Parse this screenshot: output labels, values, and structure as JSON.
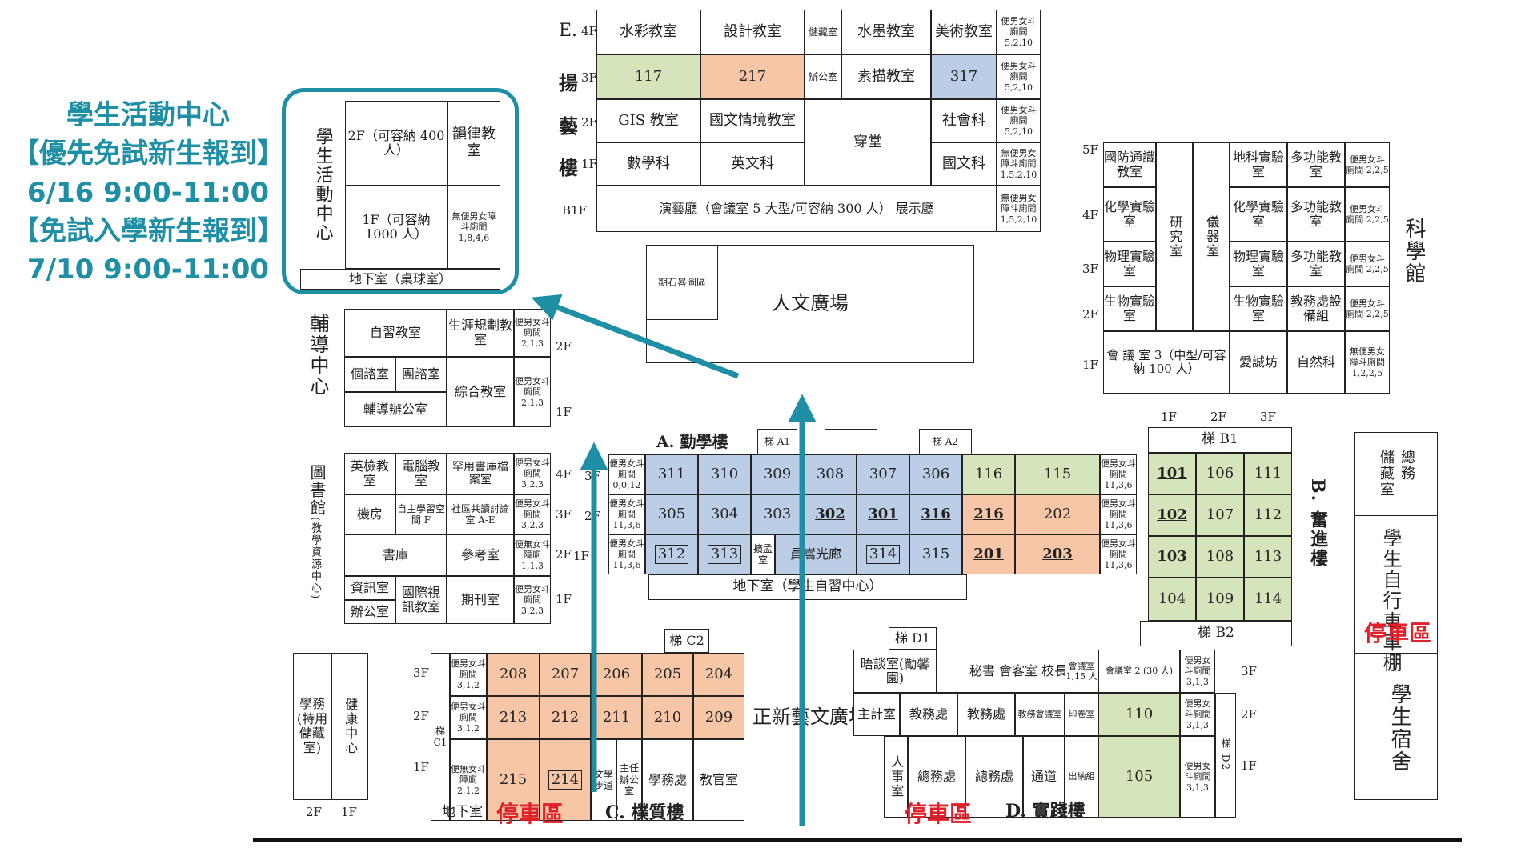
{
  "notice": {
    "lines": [
      "學生活動中心",
      "【優先免試新生報到】",
      "6/16 9:00-11:00",
      "【免試入學新生報到】",
      "7/10   9:00-11:00"
    ],
    "color": "#1f8fa6"
  },
  "activity_center": {
    "name": "學生活動中心",
    "floor2": "2F（可容納 400 人）",
    "rhythm": "韻律教室",
    "floor1": "1F（可容納 1000 人）",
    "restroom": "無便男女障斗廁間 1,8,4,6",
    "basement": "地下室（桌球室）"
  },
  "e_building": {
    "name_parts": [
      "E.",
      "揚",
      "藝",
      "樓"
    ],
    "floors": [
      "4F",
      "3F",
      "2F",
      "1F",
      "B1F"
    ],
    "row4": [
      "水彩教室",
      "設計教室",
      "儲藏室",
      "水墨教室",
      "美術教室",
      "便男女斗廁間 5,2,10"
    ],
    "row3": [
      "117",
      "217",
      "辦公室",
      "素描教室",
      "317",
      "便男女斗廁間 5,2,10"
    ],
    "row2": [
      "GIS 教室",
      "國文情境教室",
      "社會科",
      "便男女斗廁間 5,2,10"
    ],
    "row1": [
      "數學科",
      "英文科",
      "國文科",
      "無便男女障斗廁間 1,5,2,10"
    ],
    "wear": "穿堂",
    "b1": "演藝廳（會議室 5 大型/可容納 300 人） 展示廳",
    "b1_restroom": "無便男女障斗廁間 1,5,2,10"
  },
  "plaza": {
    "name": "人文廣場",
    "stone": "期石晷圖區"
  },
  "science": {
    "name": "科學館",
    "floors": [
      "5F",
      "4F",
      "3F",
      "2F",
      "1F"
    ],
    "left": [
      "國防通識教室",
      "化學實驗室",
      "物理實驗室",
      "生物實驗室"
    ],
    "research": "研究室",
    "instrument": "儀器室",
    "mid": [
      "地科實驗室",
      "化學實驗室",
      "物理實驗室",
      "生物實驗室"
    ],
    "right": [
      "多功能教室",
      "多功能教室",
      "多功能教室",
      "教務處設備組"
    ],
    "restroom": [
      "便男女斗廁間 2,2,5",
      "便男女斗廁間 2,2,5",
      "便男女斗廁間 2,2,5",
      "便男女斗廁間 2,2,5"
    ],
    "meeting": "會 議 室 3（中型/可容納 100 人）",
    "love": "愛誠坊",
    "nature": "自然科",
    "r1": "無便男女障斗廁間 1,2,2,5"
  },
  "counseling": {
    "name": "輔導中心",
    "cells": [
      "自習教室",
      "生涯規劃教室",
      "便男女斗廁間 2,1,3",
      "個諮室",
      "團諮室",
      "綜合教室",
      "便男女斗廁間 2,1,3",
      "輔導辦公室"
    ],
    "floors": [
      "2F",
      "1F"
    ]
  },
  "library": {
    "name": "圖書館",
    "sub": "(教學資源中心)",
    "row4": [
      "英檢教室",
      "電腦教室",
      "罕用書庫檔案室",
      "便男女斗廁間 3,2,3"
    ],
    "row3": [
      "機房",
      "自主學習空間 F",
      "社區共讀討論室 A-E",
      "便男女斗廁間 3,2,3"
    ],
    "row2": [
      "書庫",
      "參考室",
      "便無女斗障廁 1,1,3"
    ],
    "row1": [
      "資訊室",
      "國際視訊教室",
      "期刊室",
      "便男女斗廁間 3,2,3",
      "辦公室"
    ],
    "floors": [
      "4F",
      "3F",
      "2F",
      "1F"
    ]
  },
  "a_building": {
    "name": "A. 勤學樓",
    "stairs": [
      "梯 A1",
      "梯 A2"
    ],
    "floors_l": [
      "3F",
      "2F",
      "1F"
    ],
    "row3": [
      "311",
      "310",
      "309",
      "308",
      "307",
      "306",
      "116",
      "115"
    ],
    "row2": [
      "305",
      "304",
      "303",
      "302",
      "301",
      "316",
      "216",
      "202"
    ],
    "row1": [
      "312",
      "313",
      "擴孟室",
      "員嵩光廊",
      "314",
      "315",
      "201",
      "203"
    ],
    "restroom_l": [
      "便男女斗廁間 0,0,12",
      "便男女斗廁間 11,3,6",
      "便男女斗廁間 11,3,6"
    ],
    "restroom_r": [
      "便男女斗廁間 11,3,6",
      "便男女斗廁間 11,3,6",
      "便男女斗廁間 11,3,6"
    ],
    "basement": "地下室（學生自習中心）"
  },
  "b_building": {
    "name": "B. 奮進樓",
    "floors": [
      "1F",
      "2F",
      "3F"
    ],
    "stairs": [
      "梯 B1",
      "梯 B2"
    ],
    "grid": [
      [
        "101",
        "106",
        "111"
      ],
      [
        "102",
        "107",
        "112"
      ],
      [
        "103",
        "108",
        "113"
      ],
      [
        "104",
        "109",
        "114"
      ]
    ]
  },
  "right_side": {
    "storage": "儲藏室",
    "general": "總務",
    "bike": "學生自行車車棚",
    "parking": "停車區",
    "dorm": "學生宿舍"
  },
  "c_building": {
    "name": "C. 樸質樓",
    "stair_top": "梯 C2",
    "stair_side": "梯 C1",
    "floors": [
      "3F",
      "2F",
      "1F"
    ],
    "restroom": [
      "便男女斗廁間 3,1,2",
      "便男女斗廁間 3,1,2",
      "便無女斗障廁 2,1,2"
    ],
    "row3": [
      "208",
      "207",
      "206",
      "205",
      "204"
    ],
    "row2": [
      "213",
      "212",
      "211",
      "210",
      "209"
    ],
    "row1": [
      "215",
      "214",
      "文學步道",
      "主任辦公室",
      "學務處",
      "教官室"
    ],
    "basement": "地下室",
    "parking": "停車區"
  },
  "health": {
    "office": "學務(特用儲藏室)",
    "center": "健康中心",
    "floors": [
      "2F",
      "1F"
    ]
  },
  "d_building": {
    "name": "D. 實踐樓",
    "stair_top": "梯 D1",
    "stair_side": "梯 D2",
    "floors": [
      "3F",
      "2F",
      "1F"
    ],
    "row3": [
      "晤談室(勵馨園)",
      "秘書 會客室 校長室",
      "會議室 1,15 人",
      "會議室 2 (30 人)",
      "便男女斗廁間 3,1,3"
    ],
    "row2": [
      "主計室",
      "教務處",
      "教務處",
      "教務會議室",
      "印卷室",
      "110",
      "便男女斗廁間 3,1,3"
    ],
    "row1": [
      "人事室",
      "總務處",
      "總務處",
      "通道",
      "出納組",
      "105",
      "便男女斗廁間 3,1,3"
    ],
    "parking": "停車區"
  },
  "zhengxin": "正新藝文廣場",
  "colors": {
    "blue": "#bccde6",
    "orange": "#f6c6a6",
    "green": "#d6e4bb",
    "arrow": "#1f8fa6",
    "parking": "#e0202a"
  }
}
